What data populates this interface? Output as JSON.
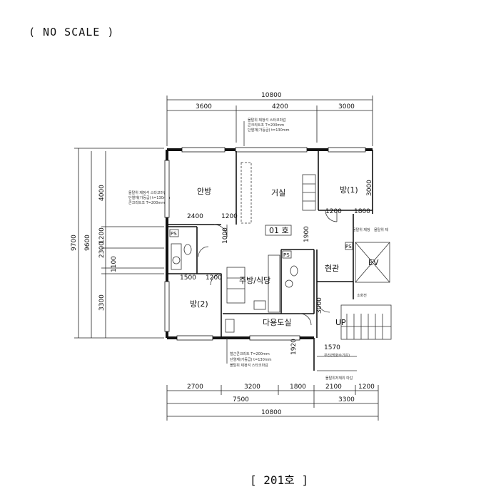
{
  "header": {
    "scale_note": "( NO SCALE )"
  },
  "footer": {
    "unit_label": "[ 201호 ]"
  },
  "dimensions": {
    "top_total": "10800",
    "top_segments": [
      "3600",
      "4200",
      "3000"
    ],
    "bottom_row1": [
      "2700",
      "3200",
      "1800",
      "2100",
      "1200"
    ],
    "bottom_row2": [
      "7500",
      "3300"
    ],
    "bottom_total": "10800",
    "left_outer": "9700",
    "left_mid": "9600",
    "left_segments": [
      "4000",
      "1200",
      "2300",
      "1100",
      "3300"
    ],
    "interior": [
      "2400",
      "1200",
      "1500",
      "1200",
      "1200",
      "1800",
      "1000",
      "1920",
      "1570",
      "3000",
      "3000",
      "1900"
    ]
  },
  "rooms": {
    "master_bedroom": "안방",
    "living_room": "거실",
    "room1": "방(1)",
    "room2": "방(2)",
    "kitchen": "주방/식당",
    "entrance": "현관",
    "utility": "다용도실",
    "unit_tag": "01 호",
    "elevator": "EV",
    "stair_up": "UP"
  },
  "ps_labels": [
    "PS",
    "PS",
    "PS"
  ],
  "notes": {
    "top_note": [
      "몰탈위 제정석 스타코마감",
      "콘크리트조 T=200mm",
      "단열재(가등급) t=130mm"
    ],
    "left_note": [
      "몰탈위 제정석 스타코마감",
      "단열재(가등급) t=130mm",
      "콘크리트조 T=200mm"
    ],
    "bottom_note": [
      "철근콘크리트 T=200mm",
      "단열재(가등급) t=130mm",
      "몰탈위 제정석 스타코마감"
    ],
    "right_notes": [
      "몰탈위 제정",
      "몰탈위 제",
      "소화전",
      "우리(방화수기감)",
      "몰탈위저재위 마감"
    ]
  }
}
